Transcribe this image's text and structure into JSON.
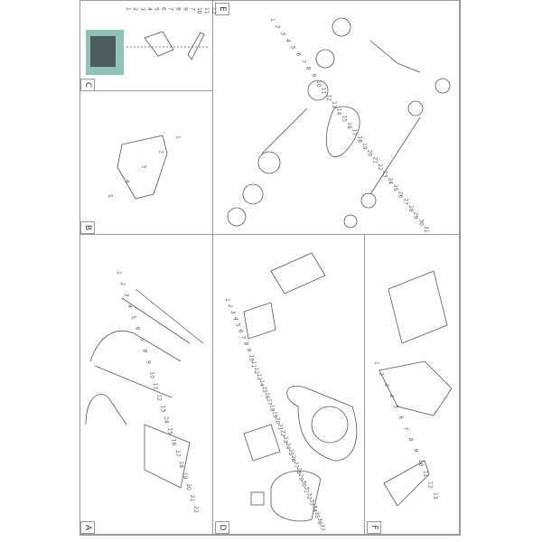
{
  "panels": {
    "C": {
      "label": "C",
      "callouts": [
        "1",
        "2",
        "3",
        "4",
        "5",
        "6",
        "7",
        "8",
        "9",
        "7",
        "10",
        "11",
        "12"
      ]
    },
    "B": {
      "label": "B",
      "callouts": [
        "1",
        "2",
        "3",
        "4",
        "5"
      ]
    },
    "E": {
      "label": "E",
      "callouts": [
        "1",
        "2",
        "3",
        "4",
        "5",
        "6",
        "7",
        "8",
        "9",
        "10",
        "11",
        "12",
        "13",
        "14",
        "15",
        "16",
        "17",
        "18",
        "19",
        "20",
        "21",
        "22",
        "23",
        "24",
        "25",
        "26",
        "27",
        "28",
        "29",
        "30",
        "31"
      ]
    },
    "A": {
      "label": "A",
      "callouts": [
        "1",
        "2",
        "3",
        "4",
        "5",
        "6",
        "7",
        "8",
        "9",
        "10",
        "11",
        "12",
        "13",
        "14",
        "15",
        "16",
        "17",
        "18",
        "19",
        "20",
        "21",
        "22"
      ]
    },
    "D": {
      "label": "D",
      "callouts": [
        "1",
        "2",
        "3",
        "4",
        "5",
        "6",
        "7",
        "8",
        "9",
        "10",
        "11",
        "12",
        "13",
        "14",
        "15",
        "16",
        "17",
        "18",
        "19",
        "20",
        "21",
        "22",
        "23",
        "24",
        "25",
        "26",
        "27",
        "28",
        "29",
        "30",
        "31",
        "32",
        "33",
        "34",
        "35",
        "36",
        "37"
      ]
    },
    "F": {
      "label": "F",
      "callouts": [
        "1",
        "2",
        "3",
        "4",
        "5",
        "6",
        "7",
        "8",
        "9",
        "10",
        "11",
        "12",
        "13"
      ]
    }
  },
  "colors": {
    "border": "#999999",
    "line": "#555555",
    "engine_bg": "#8fc3b8"
  }
}
